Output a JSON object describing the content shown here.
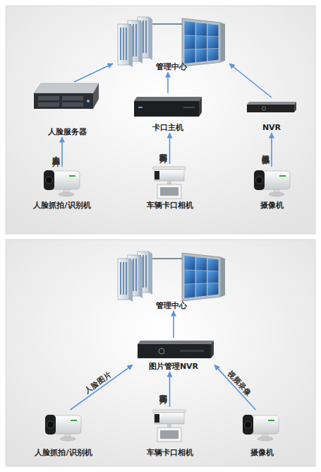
{
  "diagram": {
    "nodes": [
      {
        "text": [
          "管理中心"
        ]
      },
      {
        "text": [
          "人脸服务器"
        ]
      },
      {
        "text": [
          "卡口主机"
        ]
      },
      {
        "text": [
          "NVR"
        ]
      },
      {
        "text": [
          "人脸抓拍/识别机"
        ]
      },
      {
        "text": [
          "车辆卡口相机"
        ]
      },
      {
        "text": [
          "摄像机"
        ]
      },
      {
        "text": [
          "管理中心"
        ]
      },
      {
        "text": [
          "图片管理NVR"
        ]
      },
      {
        "text": [
          "人脸抓拍/识别机"
        ]
      },
      {
        "text": [
          "车辆卡口相机"
        ]
      },
      {
        "text": [
          "摄像机"
        ]
      }
    ],
    "edges": [
      {
        "from": 1,
        "to": 0,
        "arrow": "to"
      },
      {
        "from": 2,
        "to": 0,
        "arrow": "to"
      },
      {
        "from": 3,
        "to": 0,
        "arrow": "to"
      },
      {
        "from": 4,
        "to": 1,
        "label": "人脸图片",
        "arrow": "to"
      },
      {
        "from": 5,
        "to": 2,
        "label": "车辆图片",
        "arrow": "to"
      },
      {
        "from": 6,
        "to": 3,
        "label": "视频录像",
        "arrow": "to"
      },
      {
        "from": 8,
        "to": 7,
        "arrow": "to"
      },
      {
        "from": 9,
        "to": 8,
        "label": "人脸图片",
        "arrow": "to"
      },
      {
        "from": 10,
        "to": 8,
        "label": "车辆图片",
        "arrow": "to"
      },
      {
        "from": 11,
        "to": 8,
        "label": "视频录像",
        "arrow": "to"
      }
    ]
  }
}
